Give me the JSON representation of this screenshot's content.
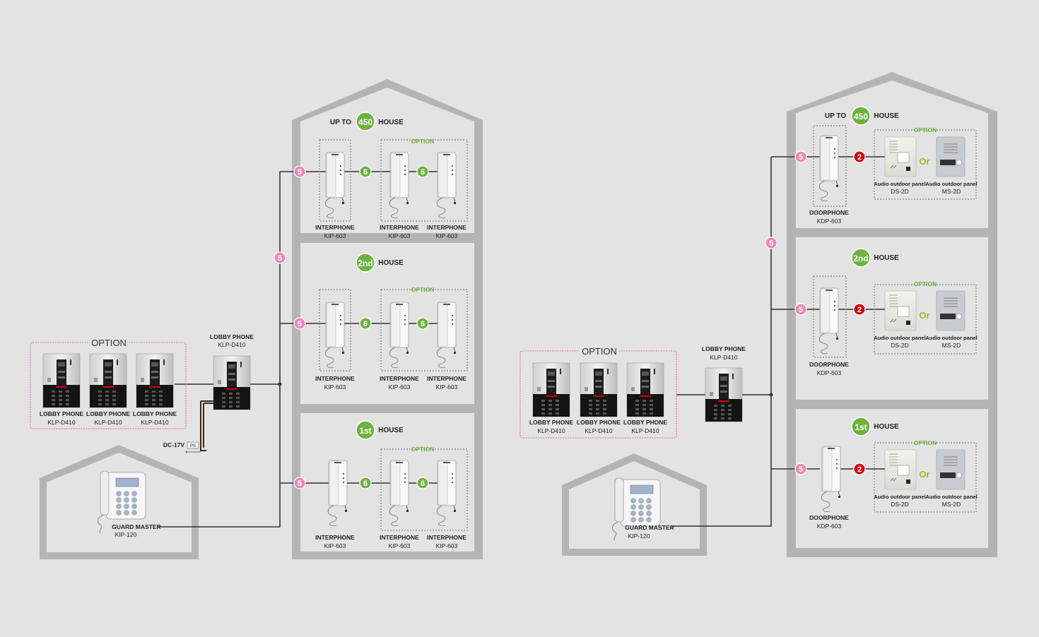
{
  "left": {
    "top_floor": {
      "prefix": "UP TO",
      "badge": "450",
      "suffix": "HOUSE",
      "option": "OPTION"
    },
    "second_floor": {
      "badge": "2nd",
      "suffix": "HOUSE",
      "option": "OPTION"
    },
    "first_floor": {
      "badge": "1st",
      "suffix": "HOUSE",
      "option": "OPTION"
    },
    "interphone": {
      "name": "INTERPHONE",
      "model": "KIP-603"
    },
    "lobby": {
      "name": "LOBBY PHONE",
      "model": "KLP-D410"
    },
    "lobby_option": "OPTION",
    "guard": {
      "name": "GUARD MASTER",
      "model": "KIP-120"
    },
    "power": {
      "label": "DC-17V",
      "box": "PS"
    },
    "wire_main": "5",
    "wire_ext": "6"
  },
  "right": {
    "top_floor": {
      "prefix": "UP TO",
      "badge": "450",
      "suffix": "HOUSE",
      "option": "OPTION"
    },
    "second_floor": {
      "badge": "2nd",
      "suffix": "HOUSE",
      "option": "OPTION"
    },
    "first_floor": {
      "badge": "1st",
      "suffix": "HOUSE",
      "option": "OPTION"
    },
    "doorphone": {
      "name": "DOORPHONE",
      "model": "KDP-603"
    },
    "panel_a": {
      "name": "Audio outdoor panel",
      "model": "DS-2D"
    },
    "panel_b": {
      "name": "Audio outdoor panel",
      "model": "MS-2D"
    },
    "or_text": "Or",
    "lobby": {
      "name": "LOBBY PHONE",
      "model": "KLP-D410"
    },
    "lobby_option": "OPTION",
    "guard": {
      "name": "GUARD MASTER",
      "model": "KIP-120"
    },
    "wire_main": "5",
    "wire_door": "2"
  },
  "colors": {
    "house": "#b4b4b4",
    "pink": "#ef86b4",
    "green": "#6cb33f",
    "red": "#d7000f",
    "option_border": "#d86aa4"
  }
}
